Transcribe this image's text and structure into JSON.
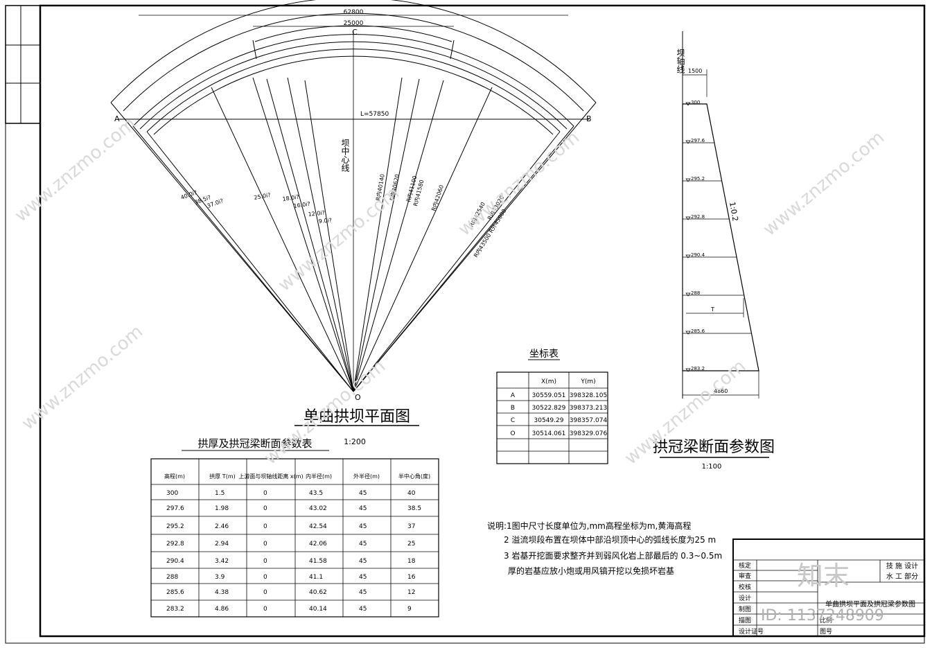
{
  "plan": {
    "title": "单曲拱坝平面图",
    "arc_outer_label": "62800",
    "arc_inner_label": "25000",
    "crown_point": "C",
    "point_a": "A",
    "point_b": "B",
    "point_o": "O",
    "chord_label": "L=57850",
    "axis_label": "坝中心线",
    "angles": [
      "40.0i?",
      "38.5i?",
      "37.0i?",
      "25.0i?",
      "18.0i?",
      "16.0i?",
      "12.0i?",
      "9.0i?"
    ],
    "radii_labels": [
      "R内40140",
      "R内40620",
      "R内41100",
      "R内41580",
      "R内42060",
      "R内42540",
      "R内43020",
      "R内43500 R外45000"
    ]
  },
  "coord_table": {
    "title": "坐标表",
    "headers": [
      "",
      "X(m)",
      "Y(m)"
    ],
    "rows": [
      [
        "A",
        "30559.051",
        "398328.105"
      ],
      [
        "B",
        "30522.829",
        "398373.213"
      ],
      [
        "C",
        "30549.29",
        "398357.074"
      ],
      [
        "O",
        "30514.061",
        "398329.076"
      ],
      [
        "",
        "",
        ""
      ],
      [
        "",
        "",
        ""
      ]
    ]
  },
  "param_table": {
    "title": "拱厚及拱冠梁断面参数表",
    "scale": "1:200",
    "headers": [
      "高程(m)",
      "拱厚 T(m)",
      "上游面与坝轴线距离 x(m)",
      "内半径(m)",
      "外半径(m)",
      "半中心角(度)"
    ],
    "rows": [
      [
        "300",
        "1.5",
        "0",
        "43.5",
        "45",
        "40"
      ],
      [
        "297.6",
        "1.98",
        "0",
        "43.02",
        "45",
        "38.5"
      ],
      [
        "295.2",
        "2.46",
        "0",
        "42.54",
        "45",
        "37"
      ],
      [
        "292.8",
        "2.94",
        "0",
        "42.06",
        "45",
        "25"
      ],
      [
        "290.4",
        "3.42",
        "0",
        "41.58",
        "45",
        "18"
      ],
      [
        "288",
        "3.9",
        "0",
        "41.1",
        "45",
        "16"
      ],
      [
        "285.6",
        "4.38",
        "0",
        "40.62",
        "45",
        "12"
      ],
      [
        "283.2",
        "4.86",
        "0",
        "40.14",
        "45",
        "9"
      ]
    ]
  },
  "section": {
    "title": "拱冠梁断面参数图",
    "scale": "1:100",
    "axis_label": "坝轴线",
    "top_width": "1500",
    "bottom_width": "4860",
    "slope": "1:0.2",
    "thickness_label": "T",
    "elevations": [
      "300",
      "297.6",
      "295.2",
      "292.8",
      "290.4",
      "288",
      "285.6",
      "283.2"
    ]
  },
  "notes": {
    "lines": [
      "说明:1图中尺寸长度单位为,mm高程坐标为m,黄海高程",
      "2 溢流坝段布置在坝体中部沿坝顶中心的弧线长度为25 m",
      "3 岩基开挖面要求整齐并到弱风化岩上部最后的 0.3~0.5m",
      "厚的岩基应放小炮或用风镐开挖以免损坏岩基"
    ]
  },
  "title_block": {
    "roles": [
      "核定",
      "审查",
      "校核",
      "设计",
      "制图",
      "描图",
      "设计证号"
    ],
    "org_line1": "技 施 设计",
    "org_line2": "水 工 部分",
    "drawing_name": "单曲拱坝平面及拱冠梁参数图",
    "drawing_no_label": "图号",
    "scale_label": "比例"
  },
  "watermark": {
    "logo_text": "知末",
    "id_text": "ID: 1137248909",
    "site": "www.znzmo.com"
  }
}
